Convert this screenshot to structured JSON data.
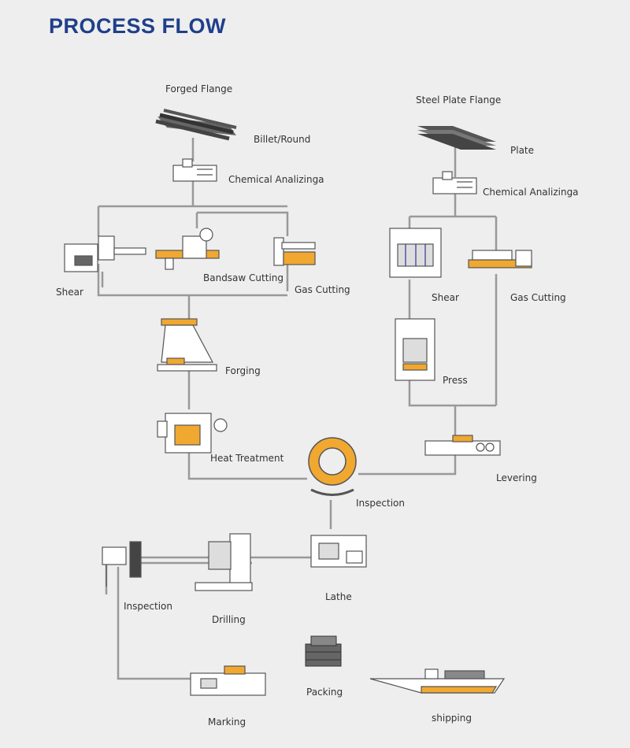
{
  "title": "PROCESS FLOW",
  "colors": {
    "title": "#1f3f8a",
    "line": "#999999",
    "accent": "#f0a830",
    "machine": "#555555"
  },
  "labels": {
    "forged_flange": "Forged Flange",
    "billet_round": "Billet/Round",
    "chemical_left": "Chemical Analizinga",
    "shear_left": "Shear",
    "bandsaw": "Bandsaw Cutting",
    "gas_left": "Gas Cutting",
    "forging": "Forging",
    "heat_treatment": "Heat Treatment",
    "steel_plate_flange": "Steel Plate Flange",
    "plate": "Plate",
    "chemical_right": "Chemical Analizinga",
    "shear_right": "Shear",
    "gas_right": "Gas Cutting",
    "press": "Press",
    "levering": "Levering",
    "inspection_top": "Inspection",
    "lathe": "Lathe",
    "drilling": "Drilling",
    "inspection_bottom": "Inspection",
    "marking": "Marking",
    "packing": "Packing",
    "shipping": "shipping"
  }
}
